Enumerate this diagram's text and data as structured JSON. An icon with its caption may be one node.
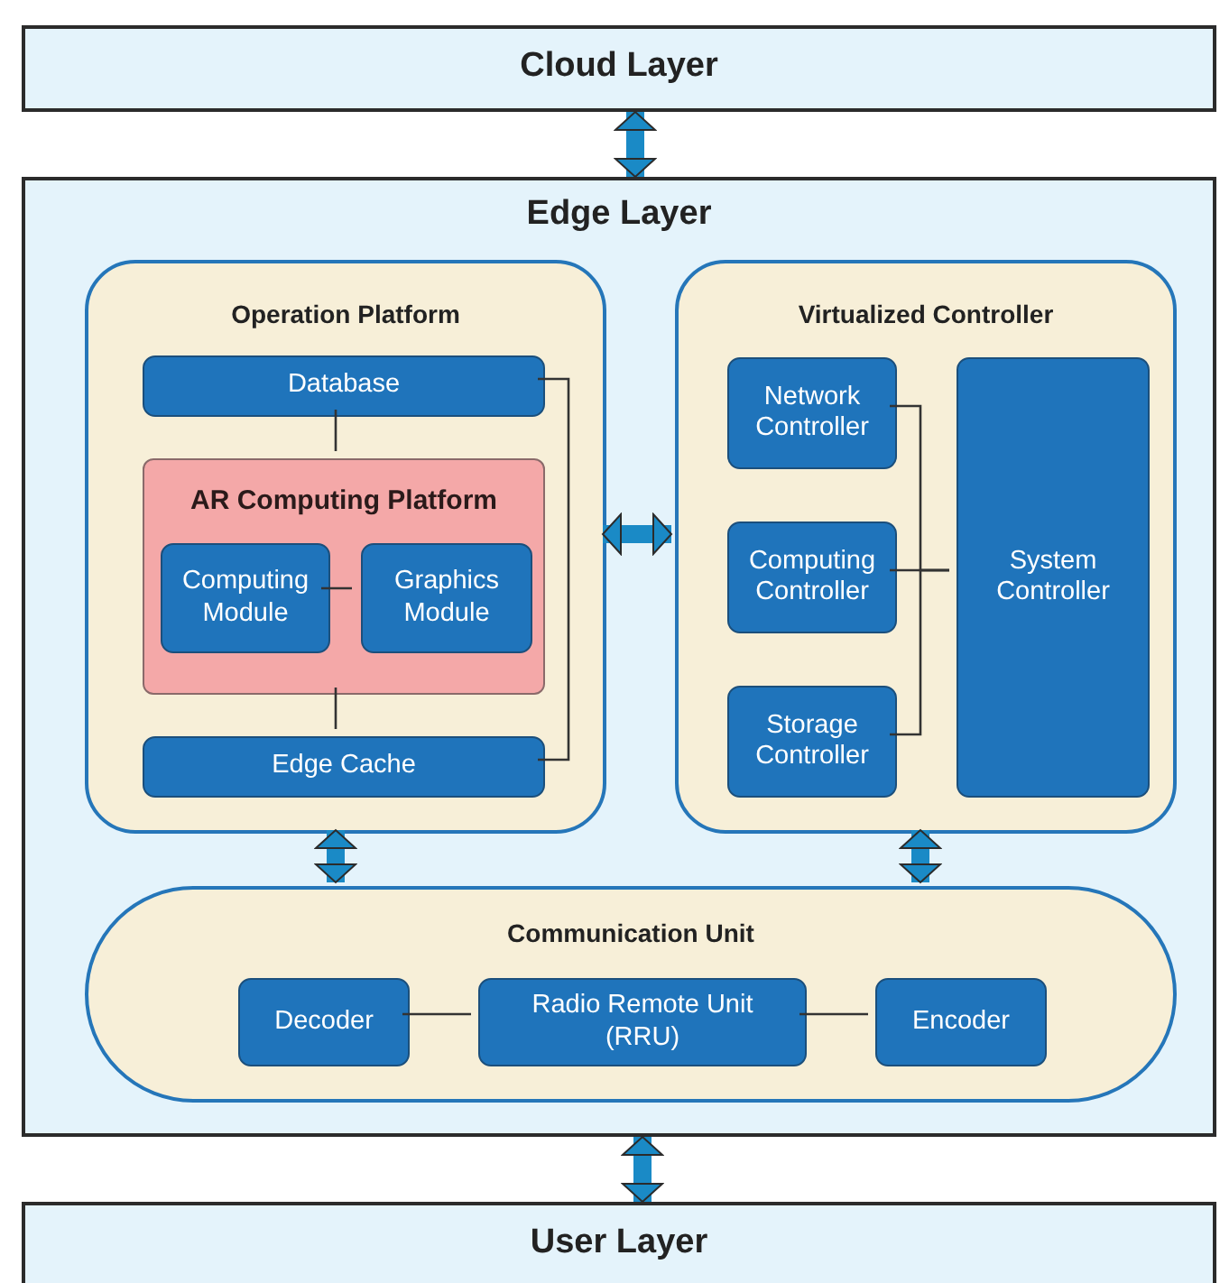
{
  "diagram": {
    "nodes": [
      {
        "text": [
          "Cloud Layer"
        ]
      },
      {
        "text": [
          "Edge Layer"
        ]
      },
      {
        "text": [
          "Operation Platform"
        ],
        "in": 1
      },
      {
        "text": [
          "Database"
        ],
        "in": 2
      },
      {
        "text": [
          "AR Computing Platform"
        ],
        "in": 2
      },
      {
        "text": [
          "Computing Module"
        ],
        "in": 4
      },
      {
        "text": [
          "Graphics Module"
        ],
        "in": 4
      },
      {
        "text": [
          "Edge Cache"
        ],
        "in": 2
      },
      {
        "text": [
          "Virtualized Controller"
        ],
        "in": 1
      },
      {
        "text": [
          "Network Controller"
        ],
        "in": 8
      },
      {
        "text": [
          "Computing Controller"
        ],
        "in": 8
      },
      {
        "text": [
          "Storage Controller"
        ],
        "in": 8
      },
      {
        "text": [
          "System Controller"
        ],
        "in": 8
      },
      {
        "text": [
          "Communication Unit"
        ],
        "in": 1
      },
      {
        "text": [
          "Decoder"
        ],
        "in": 13
      },
      {
        "text": [
          "Radio Remote Unit (RRU)"
        ],
        "in": 13
      },
      {
        "text": [
          "Encoder"
        ],
        "in": 13
      },
      {
        "text": [
          "User Layer"
        ]
      }
    ],
    "edges": [
      {
        "from": 0,
        "to": 1,
        "arrow": "both",
        "style": "thick",
        "color": "#1a8ac6"
      },
      {
        "from": 3,
        "to": 4,
        "arrow": "none"
      },
      {
        "from": 4,
        "to": 7,
        "arrow": "none"
      },
      {
        "from": 5,
        "to": 6,
        "arrow": "none"
      },
      {
        "from": 3,
        "to": 7,
        "arrow": "none"
      },
      {
        "from": 2,
        "to": 8,
        "arrow": "both",
        "style": "thick",
        "color": "#1a8ac6"
      },
      {
        "from": 9,
        "to": 12,
        "arrow": "none"
      },
      {
        "from": 10,
        "to": 12,
        "arrow": "none"
      },
      {
        "from": 11,
        "to": 12,
        "arrow": "none"
      },
      {
        "from": 2,
        "to": 13,
        "arrow": "both",
        "style": "thick",
        "color": "#1a8ac6"
      },
      {
        "from": 8,
        "to": 13,
        "arrow": "both",
        "style": "thick",
        "color": "#1a8ac6"
      },
      {
        "from": 14,
        "to": 15,
        "arrow": "none"
      },
      {
        "from": 15,
        "to": 16,
        "arrow": "none"
      },
      {
        "from": 1,
        "to": 17,
        "arrow": "both",
        "style": "thick",
        "color": "#1a8ac6"
      }
    ]
  }
}
